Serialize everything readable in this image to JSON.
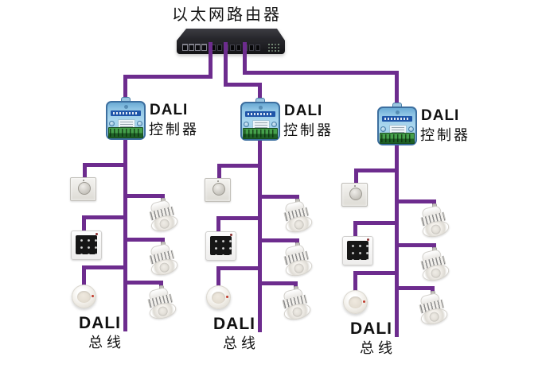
{
  "title": "以太网路由器",
  "colors": {
    "wire": "#6D2C8E"
  },
  "controllers": [
    {
      "label_line1": "DALI",
      "label_line2": "控制器"
    },
    {
      "label_line1": "DALI",
      "label_line2": "控制器"
    },
    {
      "label_line1": "DALI",
      "label_line2": "控制器"
    }
  ],
  "bus_labels": [
    {
      "line1": "DALI",
      "line2": "总线"
    },
    {
      "line1": "DALI",
      "line2": "总线"
    },
    {
      "line1": "DALI",
      "line2": "总线"
    }
  ],
  "device_icons": {
    "router": "ethernet-router-icon",
    "controller": "dali-controller-icon",
    "dimmer": "rotary-dimmer-icon",
    "touch_panel": "touch-panel-icon",
    "pir_sensor": "pir-sensor-icon",
    "downlight": "downlight-icon"
  }
}
